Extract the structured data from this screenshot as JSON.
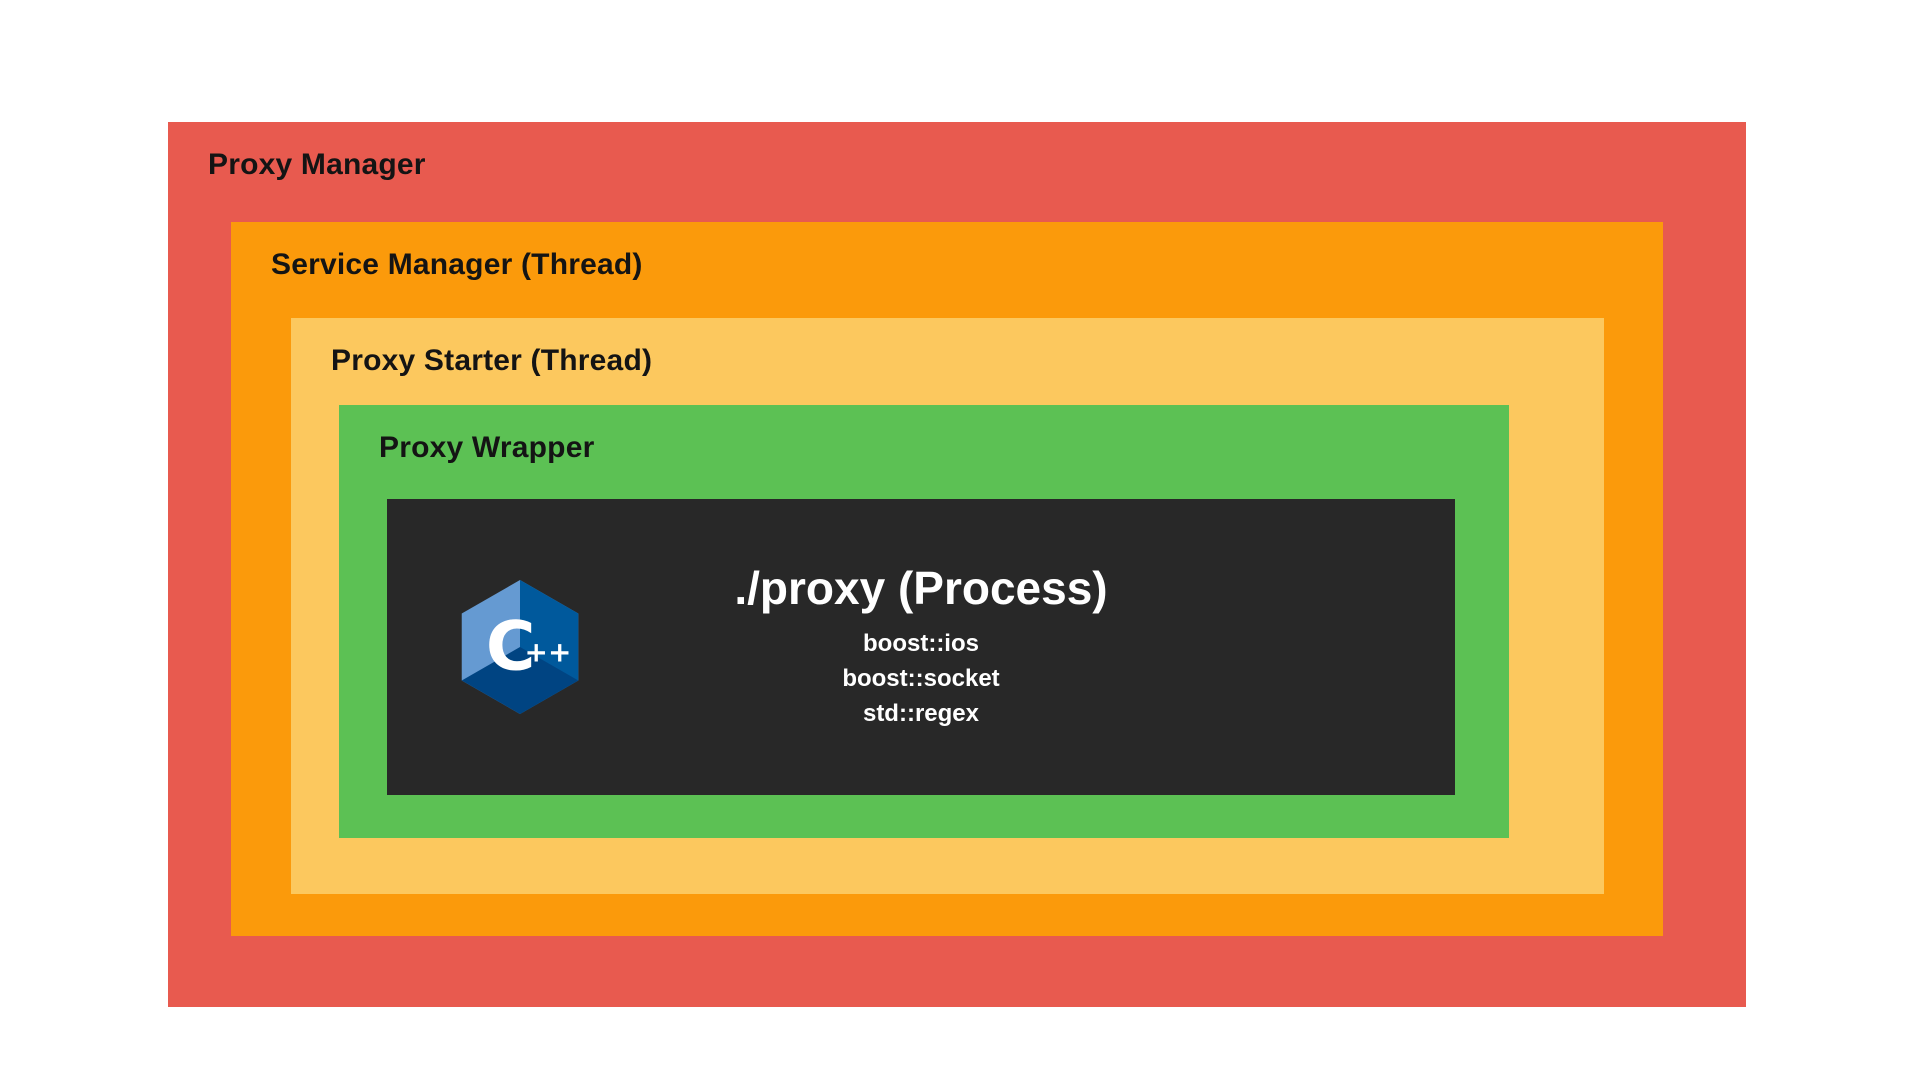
{
  "diagram": {
    "layers": [
      {
        "label": "Proxy Manager"
      },
      {
        "label": "Service Manager (Thread)"
      },
      {
        "label": "Proxy Starter (Thread)"
      },
      {
        "label": "Proxy Wrapper"
      }
    ],
    "process": {
      "title": "./proxy (Process)",
      "libs": [
        "boost::ios",
        "boost::socket",
        "std::regex"
      ],
      "logo": "cpp-logo"
    },
    "colors": {
      "red": "#e85a4f",
      "orange": "#fb9a0b",
      "yellow": "#fcc85e",
      "green": "#5cc154",
      "dark": "#282828",
      "label-text": "#141414",
      "process-text": "#ffffff",
      "cpp-light-blue": "#659ad2",
      "cpp-dark-blue": "#00599c"
    }
  }
}
